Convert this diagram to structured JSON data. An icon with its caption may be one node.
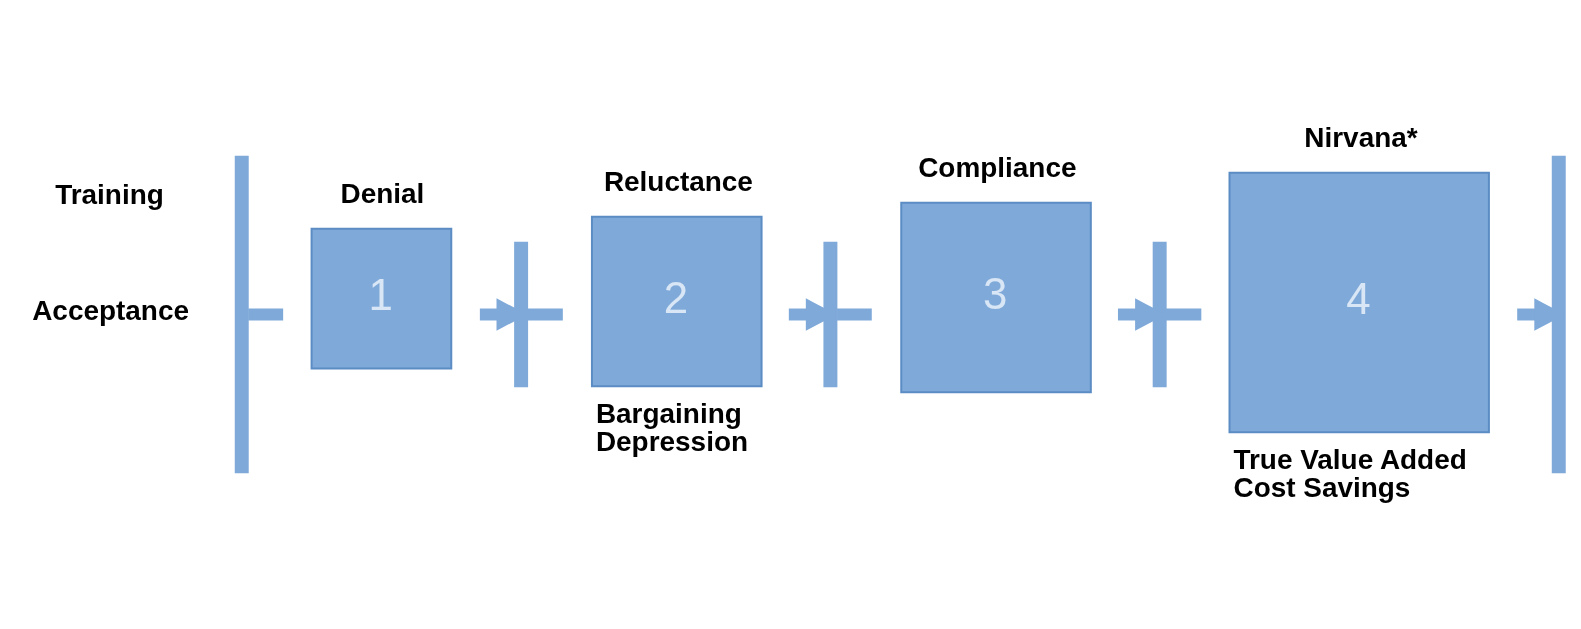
{
  "diagram": {
    "nodes": [
      {
        "text": [],
        "shape": "bar"
      },
      {
        "text": [
          "Denial",
          "1"
        ]
      },
      {
        "text": [],
        "shape": "bar"
      },
      {
        "text": [
          "Reluctance",
          "2"
        ],
        "beside": [
          "Bargaining",
          "Depression"
        ]
      },
      {
        "text": [],
        "shape": "bar"
      },
      {
        "text": [
          "Compliance",
          "3"
        ]
      },
      {
        "text": [],
        "shape": "bar"
      },
      {
        "text": [
          "Nirvana*",
          "4"
        ],
        "beside": [
          "True Value Added",
          "Cost Savings"
        ]
      },
      {
        "text": [],
        "shape": "bar"
      }
    ],
    "edges": [
      {
        "from": 0,
        "to": 1,
        "arrow": "none"
      },
      {
        "from": 1,
        "to": 2,
        "arrow": "to"
      },
      {
        "from": 2,
        "to": 3,
        "arrow": "none"
      },
      {
        "from": 3,
        "to": 4,
        "arrow": "to"
      },
      {
        "from": 4,
        "to": 5,
        "arrow": "none"
      },
      {
        "from": 5,
        "to": 6,
        "arrow": "to"
      },
      {
        "from": 6,
        "to": 7,
        "arrow": "none"
      },
      {
        "from": 7,
        "to": 8,
        "arrow": "to"
      }
    ],
    "labels": [
      "Acceptance",
      "Training"
    ]
  }
}
